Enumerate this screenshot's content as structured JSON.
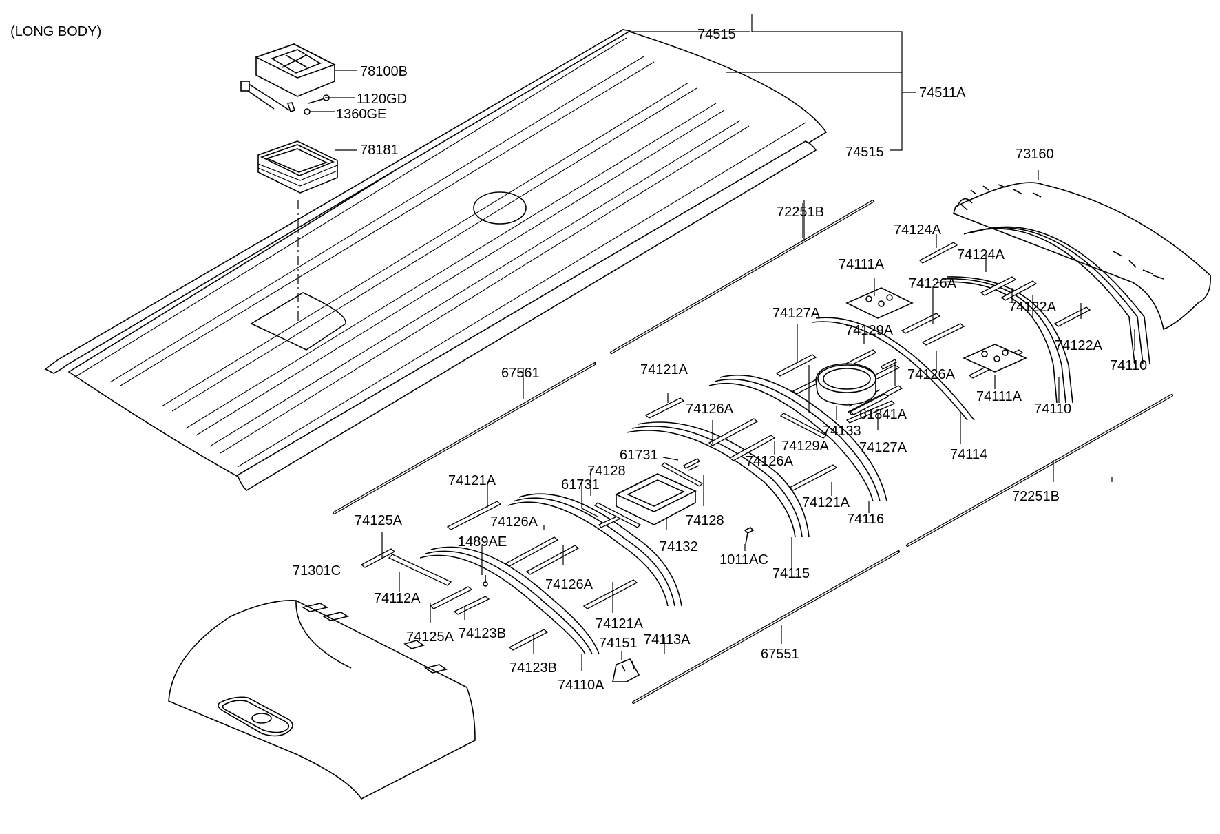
{
  "header": {
    "variant": "(LONG BODY)"
  },
  "parts": [
    {
      "id": "p0",
      "label": "74515"
    },
    {
      "id": "p1",
      "label": "78100B"
    },
    {
      "id": "p2",
      "label": "1120GD"
    },
    {
      "id": "p3",
      "label": "1360GE"
    },
    {
      "id": "p4",
      "label": "74511A"
    },
    {
      "id": "p5",
      "label": "78181"
    },
    {
      "id": "p6",
      "label": "74515"
    },
    {
      "id": "p7",
      "label": "73160"
    },
    {
      "id": "p8",
      "label": "72251B"
    },
    {
      "id": "p9",
      "label": "74124A"
    },
    {
      "id": "p10",
      "label": "74124A"
    },
    {
      "id": "p11",
      "label": "74111A"
    },
    {
      "id": "p12",
      "label": "74126A"
    },
    {
      "id": "p13",
      "label": "74122A"
    },
    {
      "id": "p14",
      "label": "74127A"
    },
    {
      "id": "p15",
      "label": "74129A"
    },
    {
      "id": "p16",
      "label": "74122A"
    },
    {
      "id": "p17",
      "label": "74126A"
    },
    {
      "id": "p18",
      "label": "74110"
    },
    {
      "id": "p19",
      "label": "67561"
    },
    {
      "id": "p20",
      "label": "74121A"
    },
    {
      "id": "p21",
      "label": "74111A"
    },
    {
      "id": "p22",
      "label": "61841A"
    },
    {
      "id": "p23",
      "label": "74110"
    },
    {
      "id": "p24",
      "label": "74126A"
    },
    {
      "id": "p25",
      "label": "74133"
    },
    {
      "id": "p26",
      "label": "74129A"
    },
    {
      "id": "p27",
      "label": "74127A"
    },
    {
      "id": "p28",
      "label": "74114"
    },
    {
      "id": "p29",
      "label": "61731"
    },
    {
      "id": "p30",
      "label": "74126A"
    },
    {
      "id": "p31",
      "label": "74128"
    },
    {
      "id": "p32",
      "label": "74121A"
    },
    {
      "id": "p33",
      "label": "61731"
    },
    {
      "id": "p34",
      "label": "74121A"
    },
    {
      "id": "p35",
      "label": "74116"
    },
    {
      "id": "p36",
      "label": "72251B"
    },
    {
      "id": "p37",
      "label": "74128"
    },
    {
      "id": "p38",
      "label": "74126A"
    },
    {
      "id": "p39",
      "label": "74125A"
    },
    {
      "id": "p40",
      "label": "74132"
    },
    {
      "id": "p41",
      "label": "1489AE"
    },
    {
      "id": "p42",
      "label": "1011AC"
    },
    {
      "id": "p43",
      "label": "74115"
    },
    {
      "id": "p44",
      "label": "71301C"
    },
    {
      "id": "p45",
      "label": "74126A"
    },
    {
      "id": "p46",
      "label": "74112A"
    },
    {
      "id": "p47",
      "label": "74121A"
    },
    {
      "id": "p48",
      "label": "74151"
    },
    {
      "id": "p49",
      "label": "74125A"
    },
    {
      "id": "p50",
      "label": "74123B"
    },
    {
      "id": "p51",
      "label": "74113A"
    },
    {
      "id": "p52",
      "label": "67551"
    },
    {
      "id": "p53",
      "label": "74123B"
    },
    {
      "id": "p54",
      "label": "74110A"
    }
  ]
}
